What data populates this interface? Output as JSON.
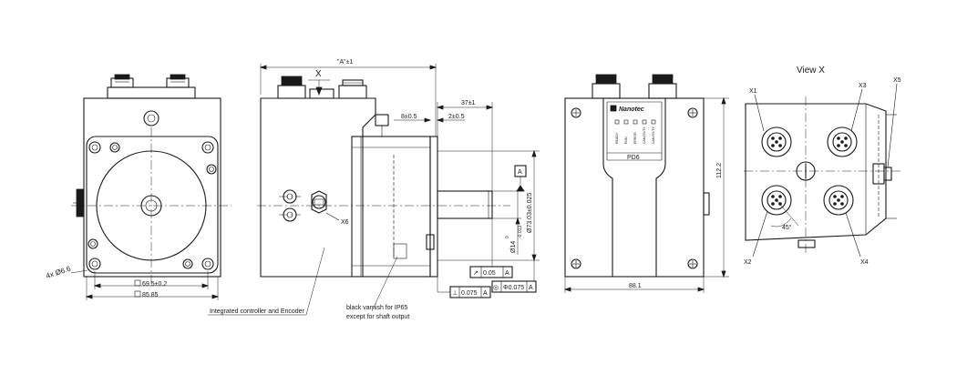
{
  "labels": {
    "view_title": "View X",
    "view_marker": "X",
    "x1": "X1",
    "x2": "X2",
    "x3": "X3",
    "x4": "X4",
    "x5": "X5",
    "x6": "X6",
    "datum": "A",
    "brand": "Nanotec",
    "pd6": "PD6",
    "note_controller": "Integrated controller and Encoder",
    "note_varnish_1": "black varnish for IP65",
    "note_varnish_2": "except for shaft output"
  },
  "dimensions": {
    "length_a": "\"A\"±1",
    "holes": "4x Ø6.6",
    "bolt_pitch": "69.5±0.2",
    "flange": "85.85",
    "shaft_length": "37±1",
    "dim_8": "8±0.5",
    "dim_2": "2±0.5",
    "pilot": "Ø73.03±0.025",
    "shaft_dia": "Ø14",
    "shaft_tol_upper": "0",
    "shaft_tol_lower": "-0.013",
    "height": "112.2",
    "width": "88.1",
    "angle": "45°"
  },
  "tolerances": {
    "runout": {
      "symbol": "↗",
      "value": "0.05",
      "datum": "A"
    },
    "perpendicular": {
      "symbol": "⊥",
      "value": "0.075",
      "datum": "A"
    },
    "concentric": {
      "symbol": "◎",
      "value": "Φ0.075",
      "datum": "A"
    }
  },
  "led_labels": [
    "READY",
    "RUN",
    "ERROR",
    "CAN RX/TX",
    "CAN RX/TX"
  ]
}
